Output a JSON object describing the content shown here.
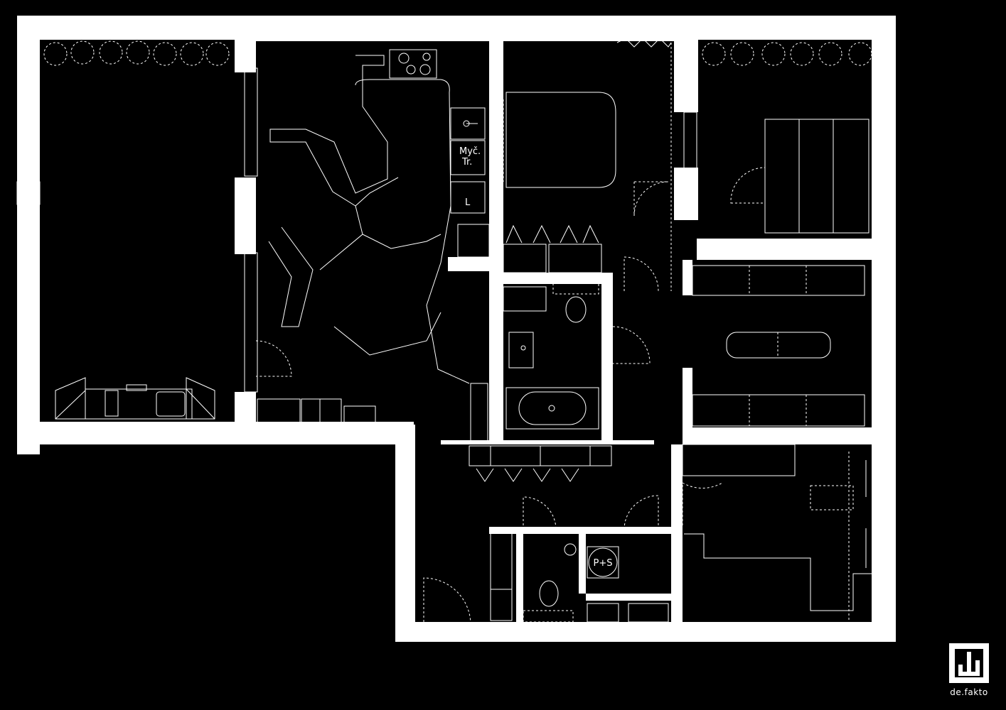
{
  "room_labels": {
    "dishwasher_line1": "Myč.",
    "dishwasher_line2": "Tr.",
    "appliance": "L",
    "washer_dryer": "P+S"
  },
  "brand": {
    "name": "de.fakto",
    "logo_icon": "defakto-logo-icon"
  },
  "colors": {
    "background": "#000000",
    "lines": "#ffffff"
  }
}
